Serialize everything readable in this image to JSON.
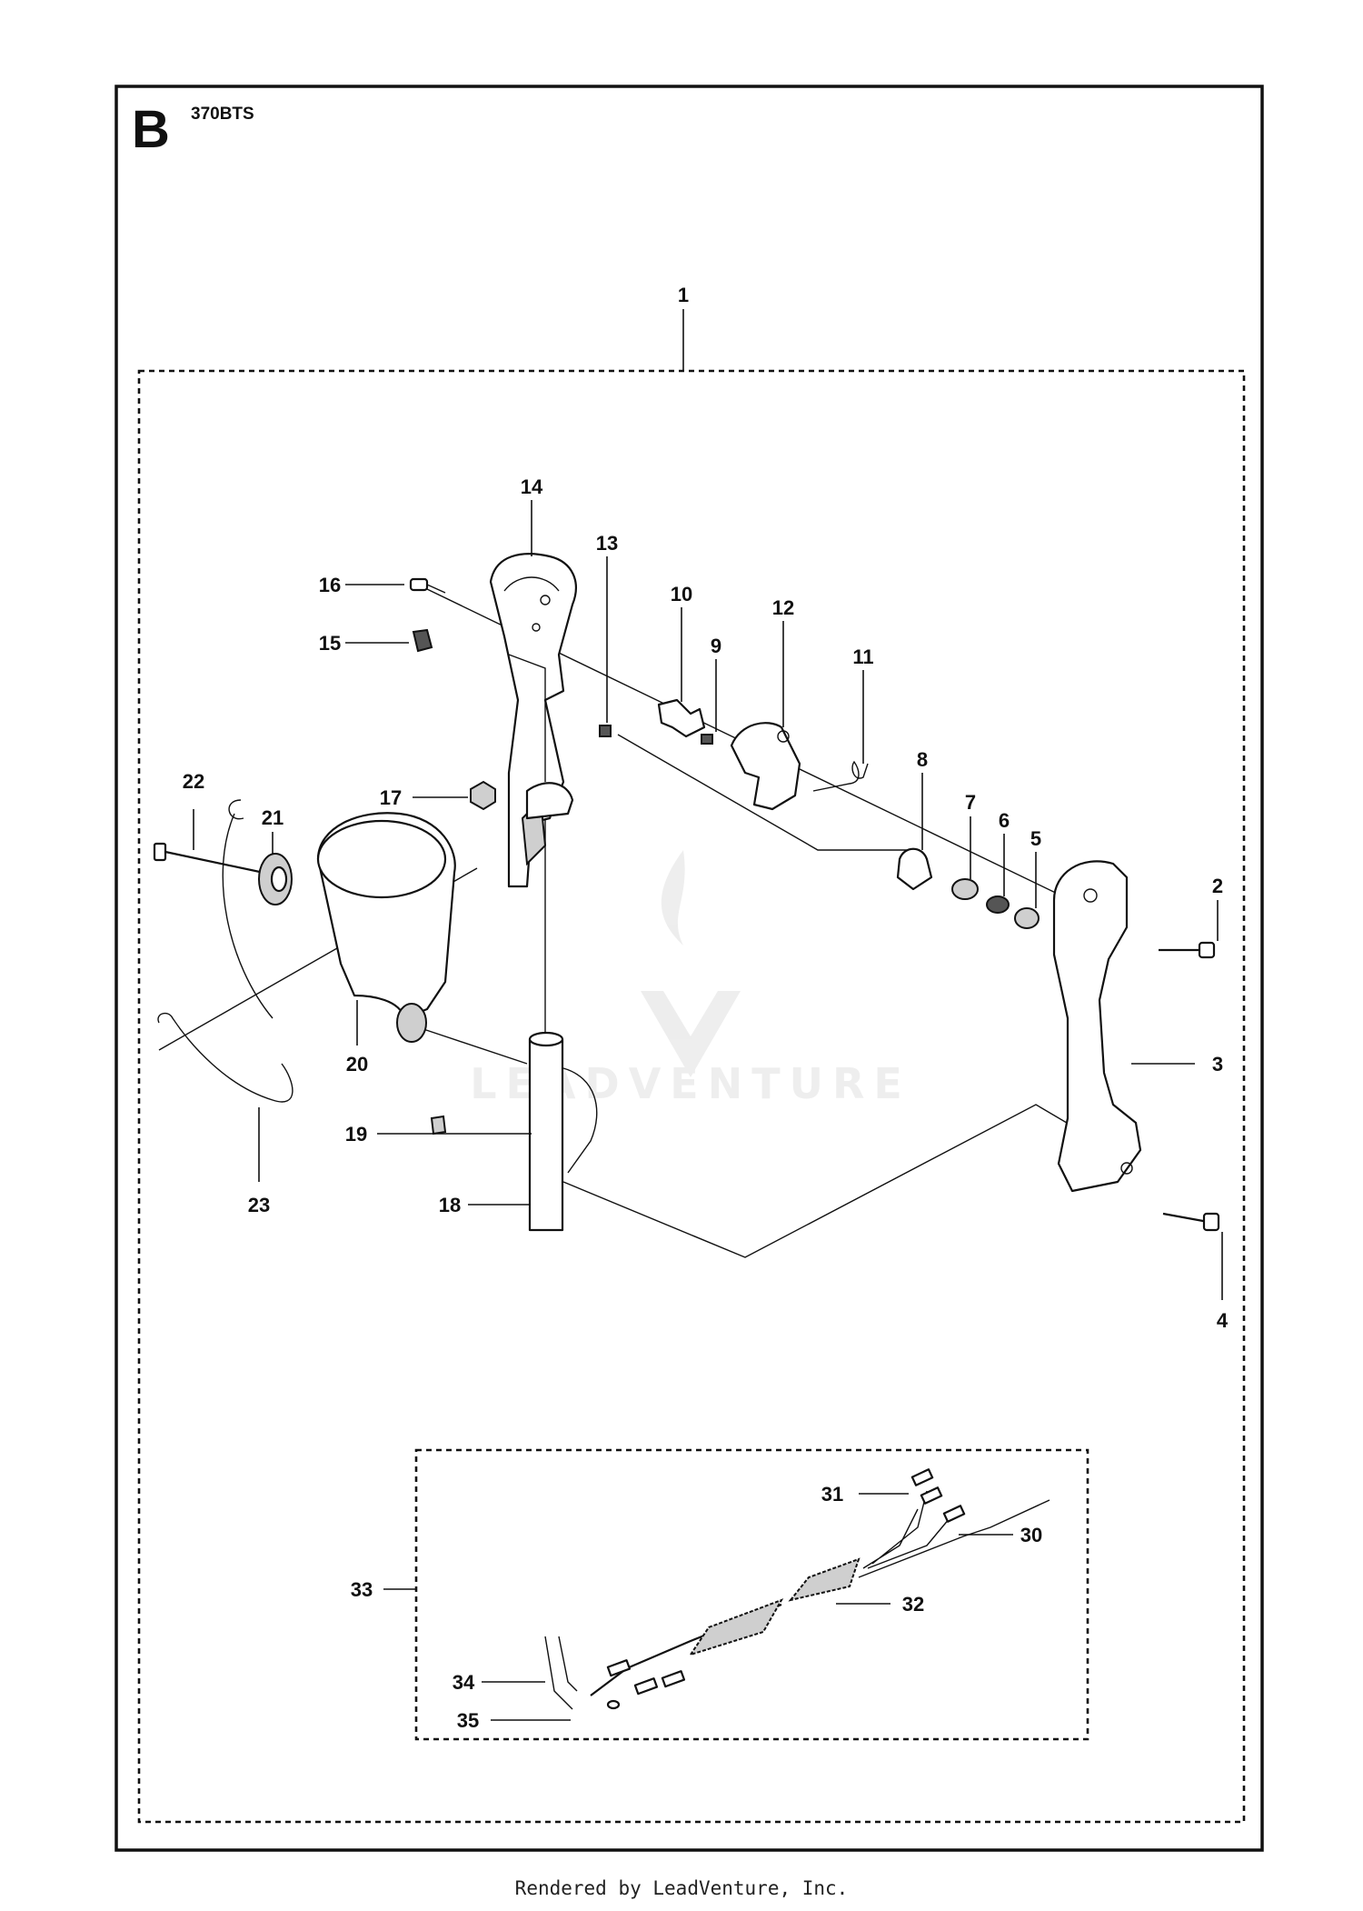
{
  "diagram": {
    "section_letter": "B",
    "model": "370BTS",
    "watermark": "LEADVENTURE",
    "callouts": [
      "1",
      "2",
      "3",
      "4",
      "5",
      "6",
      "7",
      "8",
      "9",
      "10",
      "11",
      "12",
      "13",
      "14",
      "15",
      "16",
      "17",
      "18",
      "19",
      "20",
      "21",
      "22",
      "23",
      "30",
      "31",
      "32",
      "33",
      "34",
      "35"
    ]
  },
  "footer": {
    "text": "Rendered by LeadVenture, Inc."
  },
  "icons": {
    "watermark": "flame-v-logo-icon"
  }
}
